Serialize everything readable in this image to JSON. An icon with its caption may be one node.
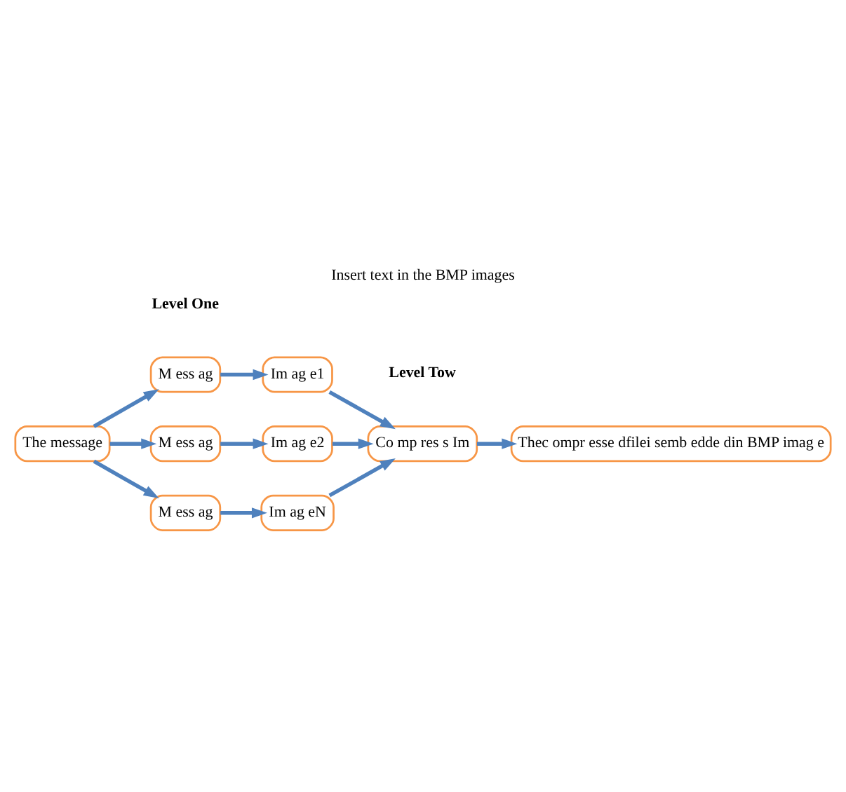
{
  "diagram": {
    "title": "Insert text in the BMP images",
    "nodes": [
      {
        "text": [
          "The message"
        ]
      },
      {
        "text": [
          "M ess ag"
        ]
      },
      {
        "text": [
          "Im ag e1"
        ]
      },
      {
        "text": [
          "M ess ag"
        ]
      },
      {
        "text": [
          "Im ag e2"
        ]
      },
      {
        "text": [
          "M ess ag"
        ]
      },
      {
        "text": [
          "Im ag eN"
        ]
      },
      {
        "text": [
          "Co mp res s Im"
        ]
      },
      {
        "text": [
          "Thec ompr esse dfilei semb edde din BMP imag e"
        ]
      }
    ],
    "edges": [
      {
        "from": 0,
        "to": 1,
        "arrow": "to"
      },
      {
        "from": 0,
        "to": 3,
        "arrow": "to"
      },
      {
        "from": 0,
        "to": 5,
        "arrow": "to"
      },
      {
        "from": 1,
        "to": 2,
        "arrow": "to"
      },
      {
        "from": 3,
        "to": 4,
        "arrow": "to"
      },
      {
        "from": 5,
        "to": 6,
        "arrow": "to"
      },
      {
        "from": 2,
        "to": 7,
        "arrow": "to"
      },
      {
        "from": 4,
        "to": 7,
        "arrow": "to"
      },
      {
        "from": 6,
        "to": 7,
        "arrow": "to"
      },
      {
        "from": 7,
        "to": 8,
        "arrow": "to"
      }
    ],
    "labels": [
      "Level One",
      "Level Tow"
    ]
  }
}
